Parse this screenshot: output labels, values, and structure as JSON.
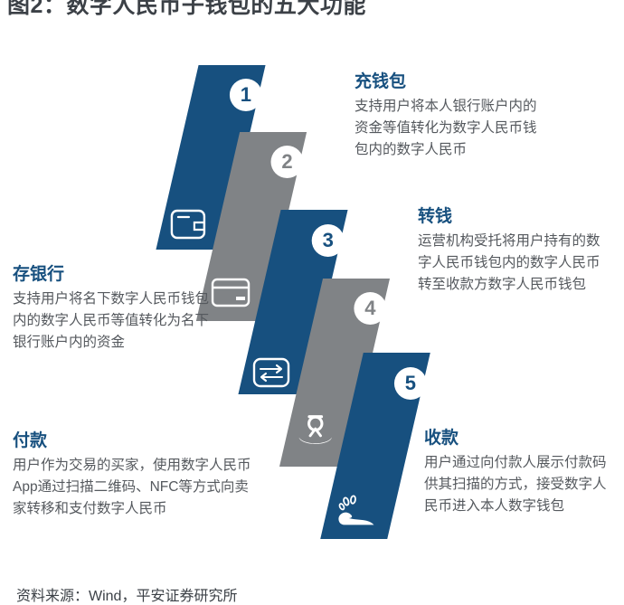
{
  "title": "图2：数字人民币子钱包的五大功能",
  "source_note": "资料来源：Wind，平安证券研究所",
  "colors": {
    "blue": "#17507f",
    "gray": "#808386",
    "heading": "#17507f",
    "body_text": "#55595e",
    "title_text": "#3c4147",
    "background": "#ffffff"
  },
  "steps": [
    {
      "number": "1",
      "color": "blue",
      "icon": "wallet-icon",
      "title": "充钱包",
      "body": "支持用户将本人银行账户内的资金等值转化为数字人民币钱包内的数字人民币"
    },
    {
      "number": "2",
      "color": "gray",
      "icon": "bank-card-icon",
      "title": "存银行",
      "body": "支持用户将名下数字人民币钱包内的数字人民币等值转化为名下银行账户内的资金"
    },
    {
      "number": "3",
      "color": "blue",
      "icon": "transfer-arrows-icon",
      "title": "转钱",
      "body": "运营机构受托将用户持有的数字人民币钱包内的数字人民币转至收款方数字人民币钱包"
    },
    {
      "number": "4",
      "color": "gray",
      "icon": "hand-pay-icon",
      "title": "付款",
      "body": "用户作为交易的买家，使用数字人民币App通过扫描二维码、NFC等方式向卖家转移和支付数字人民币"
    },
    {
      "number": "5",
      "color": "blue",
      "icon": "hand-receive-icon",
      "title": "收款",
      "body": "用户通过向付款人展示付款码供其扫描的方式，接受数字人民币进入本人数字钱包"
    }
  ]
}
